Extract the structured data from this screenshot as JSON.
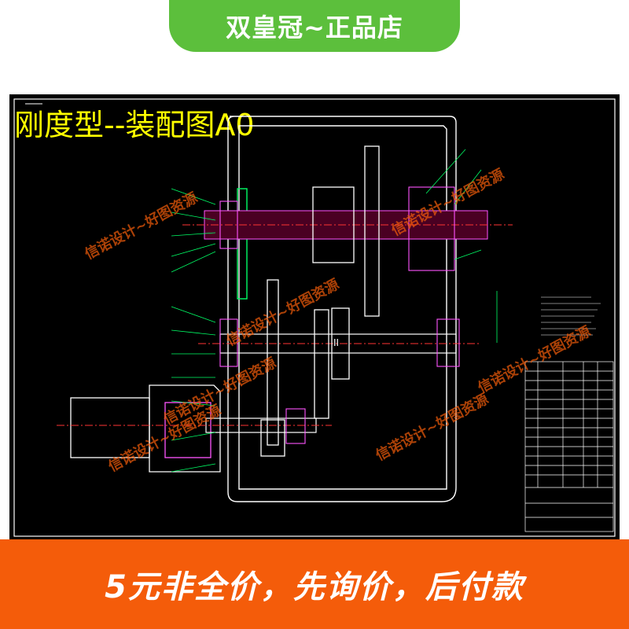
{
  "top_banner": {
    "text": "双皇冠~正品店",
    "color": "#5cbf3c"
  },
  "drawing": {
    "title": "刚度型--装配图A0",
    "shaft_label": "II",
    "watermark": "信诺设计~好图资源",
    "background": "#000000",
    "line_color": "#ffffff",
    "accent_color": "#ffff00"
  },
  "bottom_banner": {
    "text": "5元非全价，先询价，后付款",
    "color": "#f45c0a"
  }
}
